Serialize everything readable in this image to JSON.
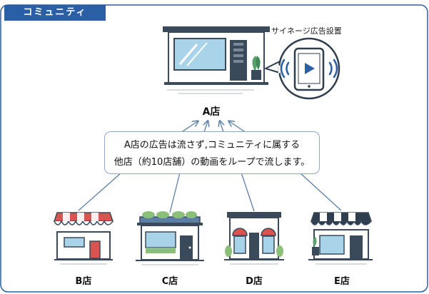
{
  "section_tag": "コミュニティ",
  "signage_label": "サイネージ広告設置",
  "hub_store": {
    "label": "A店"
  },
  "message": {
    "line1": "A店の広告は流さず,コミュニティに属する",
    "line2": "他店（約10店舗）の動画をループで流します。"
  },
  "stores": [
    {
      "label": "B店"
    },
    {
      "label": "C店"
    },
    {
      "label": "D店"
    },
    {
      "label": "E店"
    }
  ],
  "colors": {
    "tag_bg": "#2a5fa6",
    "frame": "#2a5fa6",
    "arrow": "#5b7fa6",
    "awning_red": "#d9534f",
    "awning_navy": "#2f3e4e",
    "glass": "#a9d3e8"
  }
}
